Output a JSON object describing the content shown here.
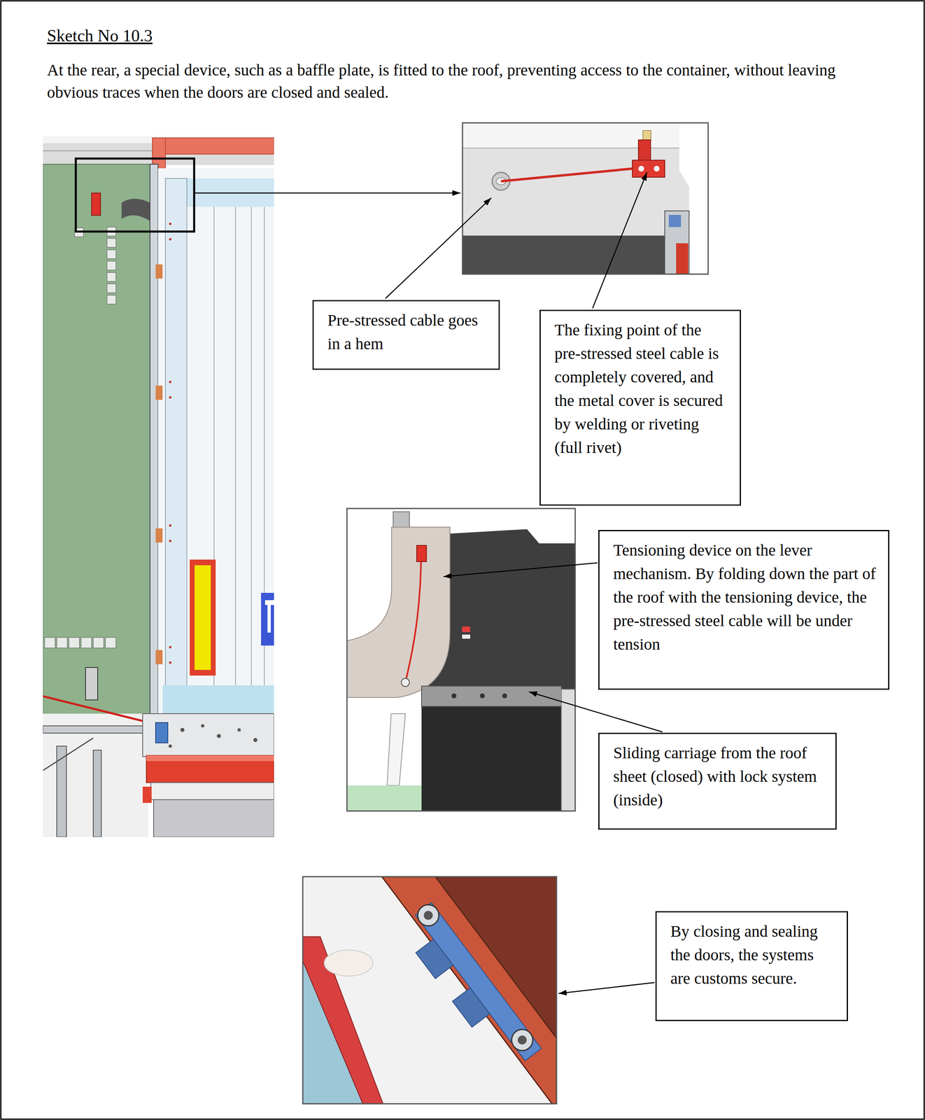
{
  "diagram": {
    "title": "Sketch No 10.3",
    "nodes": [
      {
        "text": [
          "Pre-stressed cable goes in a hem"
        ]
      },
      {
        "text": [
          "The fixing point of the pre-stressed steel cable is completely covered, and the metal cover is secured by welding or riveting (full rivet)"
        ]
      },
      {
        "text": [
          "Tensioning device on the lever mechanism. By folding down the part of the roof with the tensioning device, the pre-stressed steel cable will be under tension"
        ]
      },
      {
        "text": [
          "Sliding carriage from the roof sheet (closed) with lock system (inside)"
        ]
      },
      {
        "text": [
          "By closing and sealing the doors, the systems are customs secure."
        ]
      }
    ],
    "labels": [
      "At the rear, a special device, such as a baffle plate, is fitted to the roof, preventing access to the container, without leaving obvious traces when the doors are closed and sealed."
    ]
  }
}
